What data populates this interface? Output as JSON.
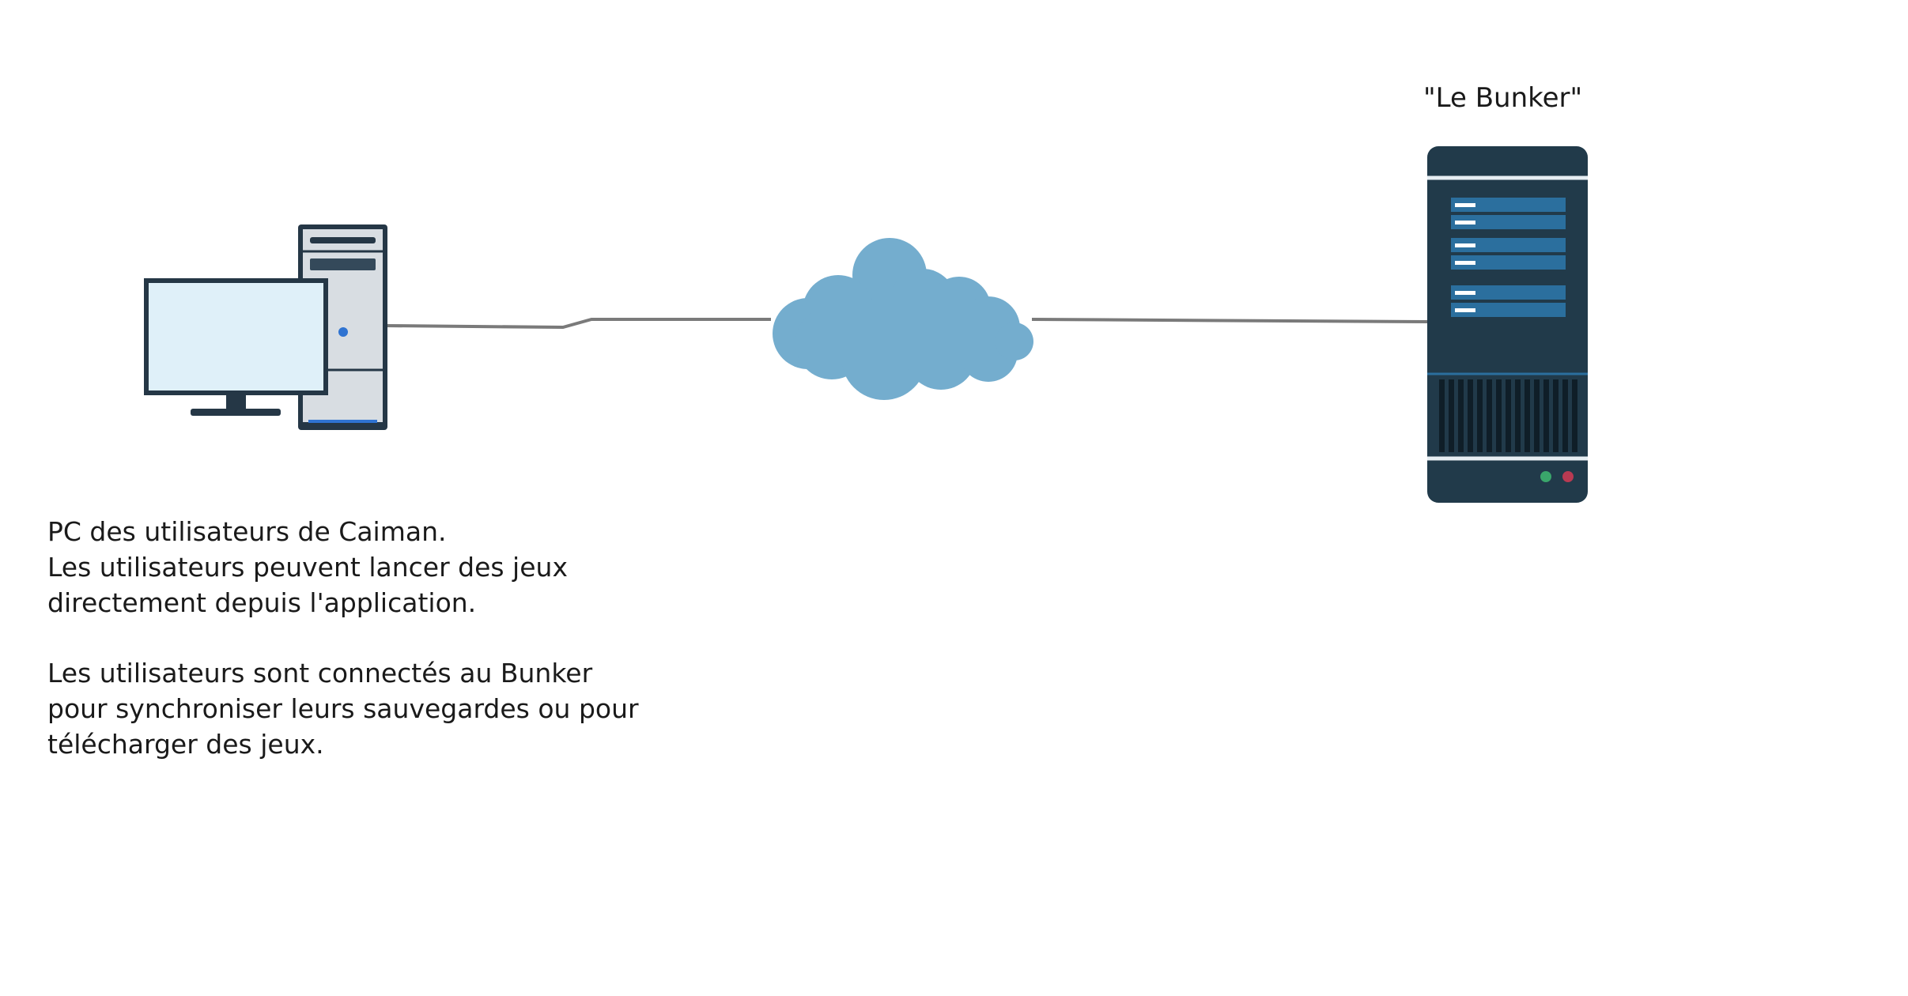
{
  "diagram": {
    "server": {
      "label": "\"Le Bunker\"",
      "icon": "server-tower-icon",
      "colors": {
        "body": "#213a4a",
        "drive_bay": "#2b6f9e",
        "led_green": "#3aa66b",
        "led_red": "#b83a52"
      }
    },
    "network": {
      "icon": "cloud-icon",
      "color": "#74adce",
      "link_color": "#7a7a7a"
    },
    "client": {
      "icon": "desktop-pc-icon",
      "colors": {
        "screen": "#dff0f9",
        "frame": "#253746",
        "tower": "#d8dde2",
        "power_led": "#2f73d1"
      },
      "description": {
        "paragraph_1": [
          "PC des utilisateurs de Caiman.",
          "Les utilisateurs peuvent lancer des jeux",
          "directement depuis l'application."
        ],
        "paragraph_2": [
          "Les utilisateurs sont connectés au Bunker",
          "pour synchroniser leurs sauvegardes ou pour",
          "télécharger des jeux."
        ]
      }
    }
  }
}
